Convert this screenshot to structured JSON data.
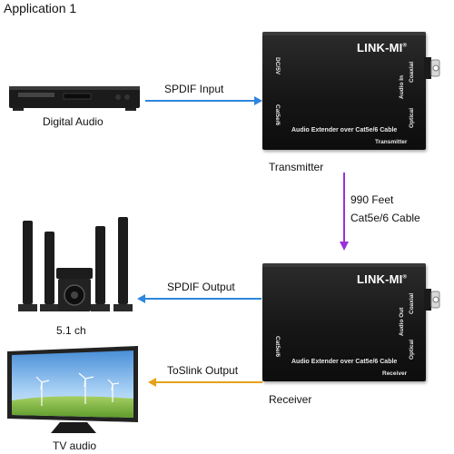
{
  "title": "Application 1",
  "devices": {
    "source_label": "Digital Audio",
    "speakers_label": "5.1 ch",
    "tv_label": "TV audio"
  },
  "links": {
    "input_label": "SPDIF Input",
    "output_label": "SPDIF Output",
    "toslink_label": "ToSlink Output",
    "cable_length": "990 Feet",
    "cable_type": "Cat5e/6 Cable"
  },
  "transmitter": {
    "caption": "Transmitter",
    "brand": "LINK-MI",
    "product_text": "Audio Extender over Cat5e/6 Cable",
    "role_text": "Transmitter",
    "port_dc": "DC/5V",
    "port_cat": "Cat5e/6",
    "port_audio_in": "Audio In",
    "port_coaxial": "Coaxial",
    "port_optical": "Optical"
  },
  "receiver": {
    "caption": "Receiver",
    "brand": "LINK-MI",
    "product_text": "Audio Extender over Cat5e/6 Cable",
    "role_text": "Receiver",
    "port_cat": "Cat5e/6",
    "port_audio_out": "Audio Out",
    "port_coaxial": "Coaxial",
    "port_optical": "Optical"
  },
  "colors": {
    "spdif_arrow": "#2e86de",
    "toslink_arrow": "#e6a11a",
    "cable_arrow": "#9b30d9"
  }
}
